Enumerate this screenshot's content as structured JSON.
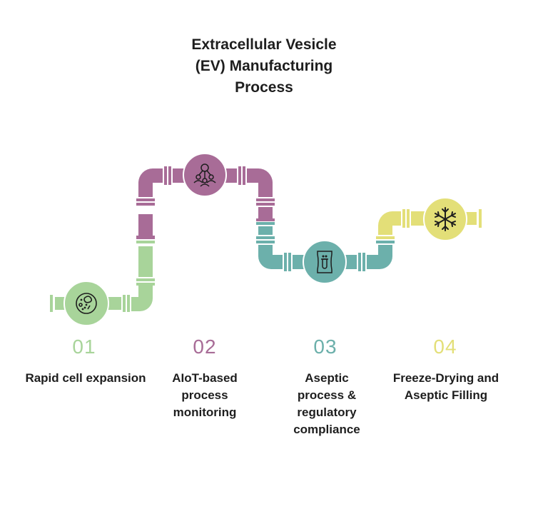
{
  "title": "Extracellular Vesicle (EV) Manufacturing Process",
  "colors": {
    "step1": "#a8d49a",
    "step2": "#a86c97",
    "step3": "#6cb0ab",
    "step4": "#e3df78",
    "text": "#1e1e1e"
  },
  "steps": [
    {
      "number": "01",
      "label": "Rapid cell expansion",
      "icon": "petri-dish-icon"
    },
    {
      "number": "02",
      "label": "AIoT-based process monitoring",
      "icon": "network-people-icon"
    },
    {
      "number": "03",
      "label": "Aseptic process & regulatory compliance",
      "icon": "test-tube-bag-icon"
    },
    {
      "number": "04",
      "label": "Freeze-Drying and Aseptic Filling",
      "icon": "snowflake-icon"
    }
  ]
}
